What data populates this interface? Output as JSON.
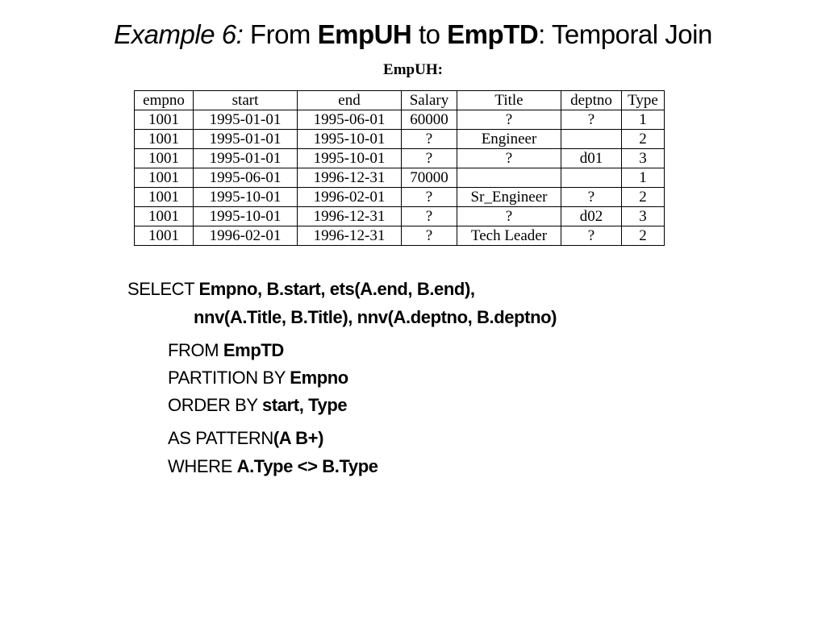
{
  "title": {
    "prefix_italic": "Example 6:",
    "from_word": "From",
    "source": "EmpUH",
    "to_word": "to",
    "target": "EmpTD",
    "suffix": ": Temporal Join"
  },
  "table": {
    "caption": "EmpUH:",
    "headers": [
      "empno",
      "start",
      "end",
      "Salary",
      "Title",
      "deptno",
      "Type"
    ],
    "rows": [
      [
        "1001",
        "1995-01-01",
        "1995-06-01",
        "60000",
        "?",
        "?",
        "1"
      ],
      [
        "1001",
        "1995-01-01",
        "1995-10-01",
        "?",
        "Engineer",
        "",
        "2"
      ],
      [
        "1001",
        "1995-01-01",
        "1995-10-01",
        "?",
        "?",
        "d01",
        "3"
      ],
      [
        "1001",
        "1995-06-01",
        "1996-12-31",
        "70000",
        "",
        "",
        "1"
      ],
      [
        "1001",
        "1995-10-01",
        "1996-02-01",
        "?",
        "Sr_Engineer",
        "?",
        "2"
      ],
      [
        "1001",
        "1995-10-01",
        "1996-12-31",
        "?",
        "?",
        "d02",
        "3"
      ],
      [
        "1001",
        "1996-02-01",
        "1996-12-31",
        "?",
        "Tech Leader",
        "?",
        "2"
      ]
    ]
  },
  "sql": {
    "select_kw": "SELECT ",
    "select_cols": "Empno, B.start, ets(A.end, B.end),",
    "select_cols2": "nnv(A.Title, B.Title), nnv(A.deptno, B.deptno)",
    "from_kw": "FROM ",
    "from_val": "EmpTD",
    "partition_kw": "PARTITION BY ",
    "partition_val": "Empno",
    "order_kw": "ORDER BY ",
    "order_val": "start, Type",
    "pattern_kw": "AS PATTERN",
    "pattern_val": "(A B+)",
    "where_kw": "WHERE ",
    "where_a": "A.Type",
    "where_op": " <> ",
    "where_b": "B.Type"
  }
}
